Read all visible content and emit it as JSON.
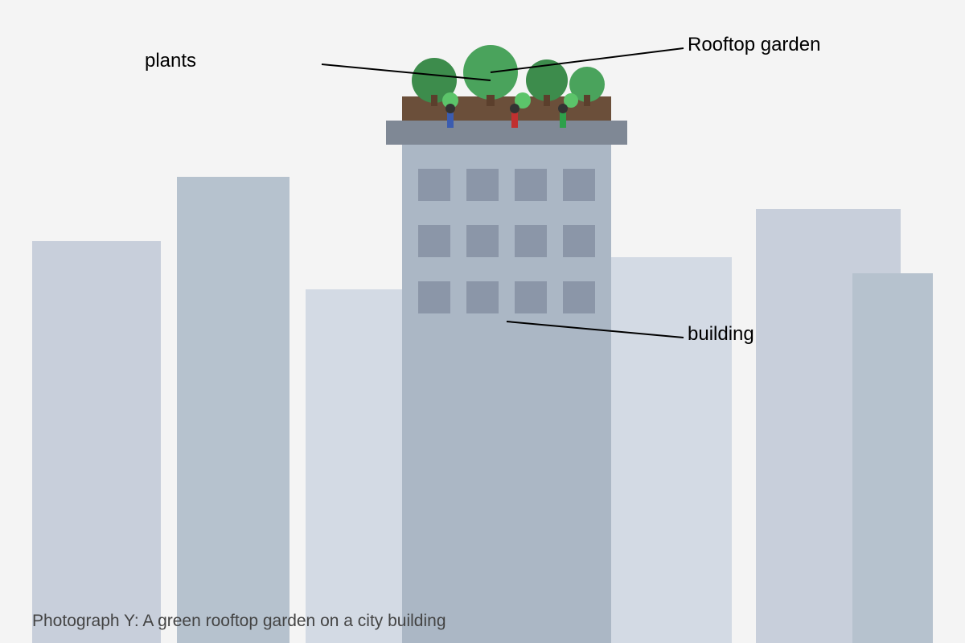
{
  "labels": {
    "plants": "plants",
    "rooftop_garden": "Rooftop garden",
    "building": "building"
  },
  "caption": "Photograph Y: A green rooftop garden on a city building",
  "colors": {
    "background": "#f4f4f4",
    "building_light": "#d3dae4",
    "building_mid": "#c8cfdb",
    "building_dark": "#b6c2ce",
    "main_building": "#abb7c5",
    "window": "#8b96a8",
    "roof_ledge": "#7f8895",
    "planter_soil": "#6b4f3a",
    "tree_dark": "#3d8c4c",
    "tree_light": "#4aa35c",
    "shrub": "#5cc46a",
    "trunk": "#5b3f2c",
    "person_head": "#333333",
    "person_blue": "#3b5cb0",
    "person_red": "#c03030",
    "person_green": "#2ea04a",
    "leader_line": "#000000"
  }
}
